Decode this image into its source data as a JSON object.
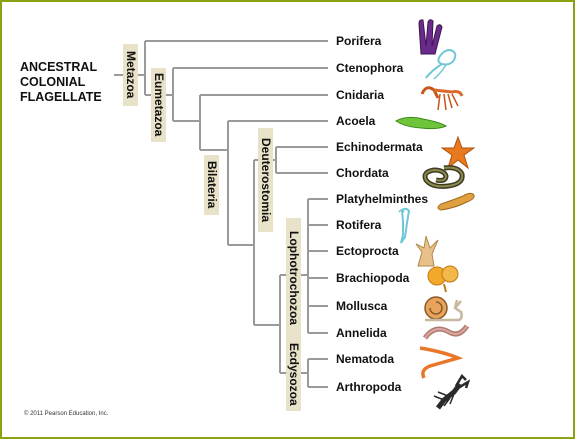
{
  "root_label": [
    "ANCESTRAL",
    "COLONIAL",
    "FLAGELLATE"
  ],
  "clades": {
    "metazoa": "Metazoa",
    "eumetazoa": "Eumetazoa",
    "bilateria": "Bilateria",
    "deuterostomia": "Deuterostomia",
    "lophotrochozoa": "Lophotrochozoa",
    "ecdysozoa": "Ecdysozoa"
  },
  "taxa": [
    {
      "name": "Porifera",
      "icon": "sponge-icon"
    },
    {
      "name": "Ctenophora",
      "icon": "comb-jelly-icon"
    },
    {
      "name": "Cnidaria",
      "icon": "jellyfish-icon"
    },
    {
      "name": "Acoela",
      "icon": "flatworm-icon"
    },
    {
      "name": "Echinodermata",
      "icon": "sea-star-icon"
    },
    {
      "name": "Chordata",
      "icon": "snake-icon"
    },
    {
      "name": "Platyhelminthes",
      "icon": "planarian-icon"
    },
    {
      "name": "Rotifera",
      "icon": "rotifer-icon"
    },
    {
      "name": "Ectoprocta",
      "icon": "bryozoan-icon"
    },
    {
      "name": "Brachiopoda",
      "icon": "brachiopod-icon"
    },
    {
      "name": "Mollusca",
      "icon": "snail-icon"
    },
    {
      "name": "Annelida",
      "icon": "earthworm-icon"
    },
    {
      "name": "Nematoda",
      "icon": "nematode-icon"
    },
    {
      "name": "Arthropoda",
      "icon": "lobster-icon"
    }
  ],
  "copyright": "© 2011 Pearson Education, Inc.",
  "colors": {
    "branch": "#9a9a9a",
    "clade_bg": "#e8e2c8",
    "frame": "#8aa312"
  }
}
